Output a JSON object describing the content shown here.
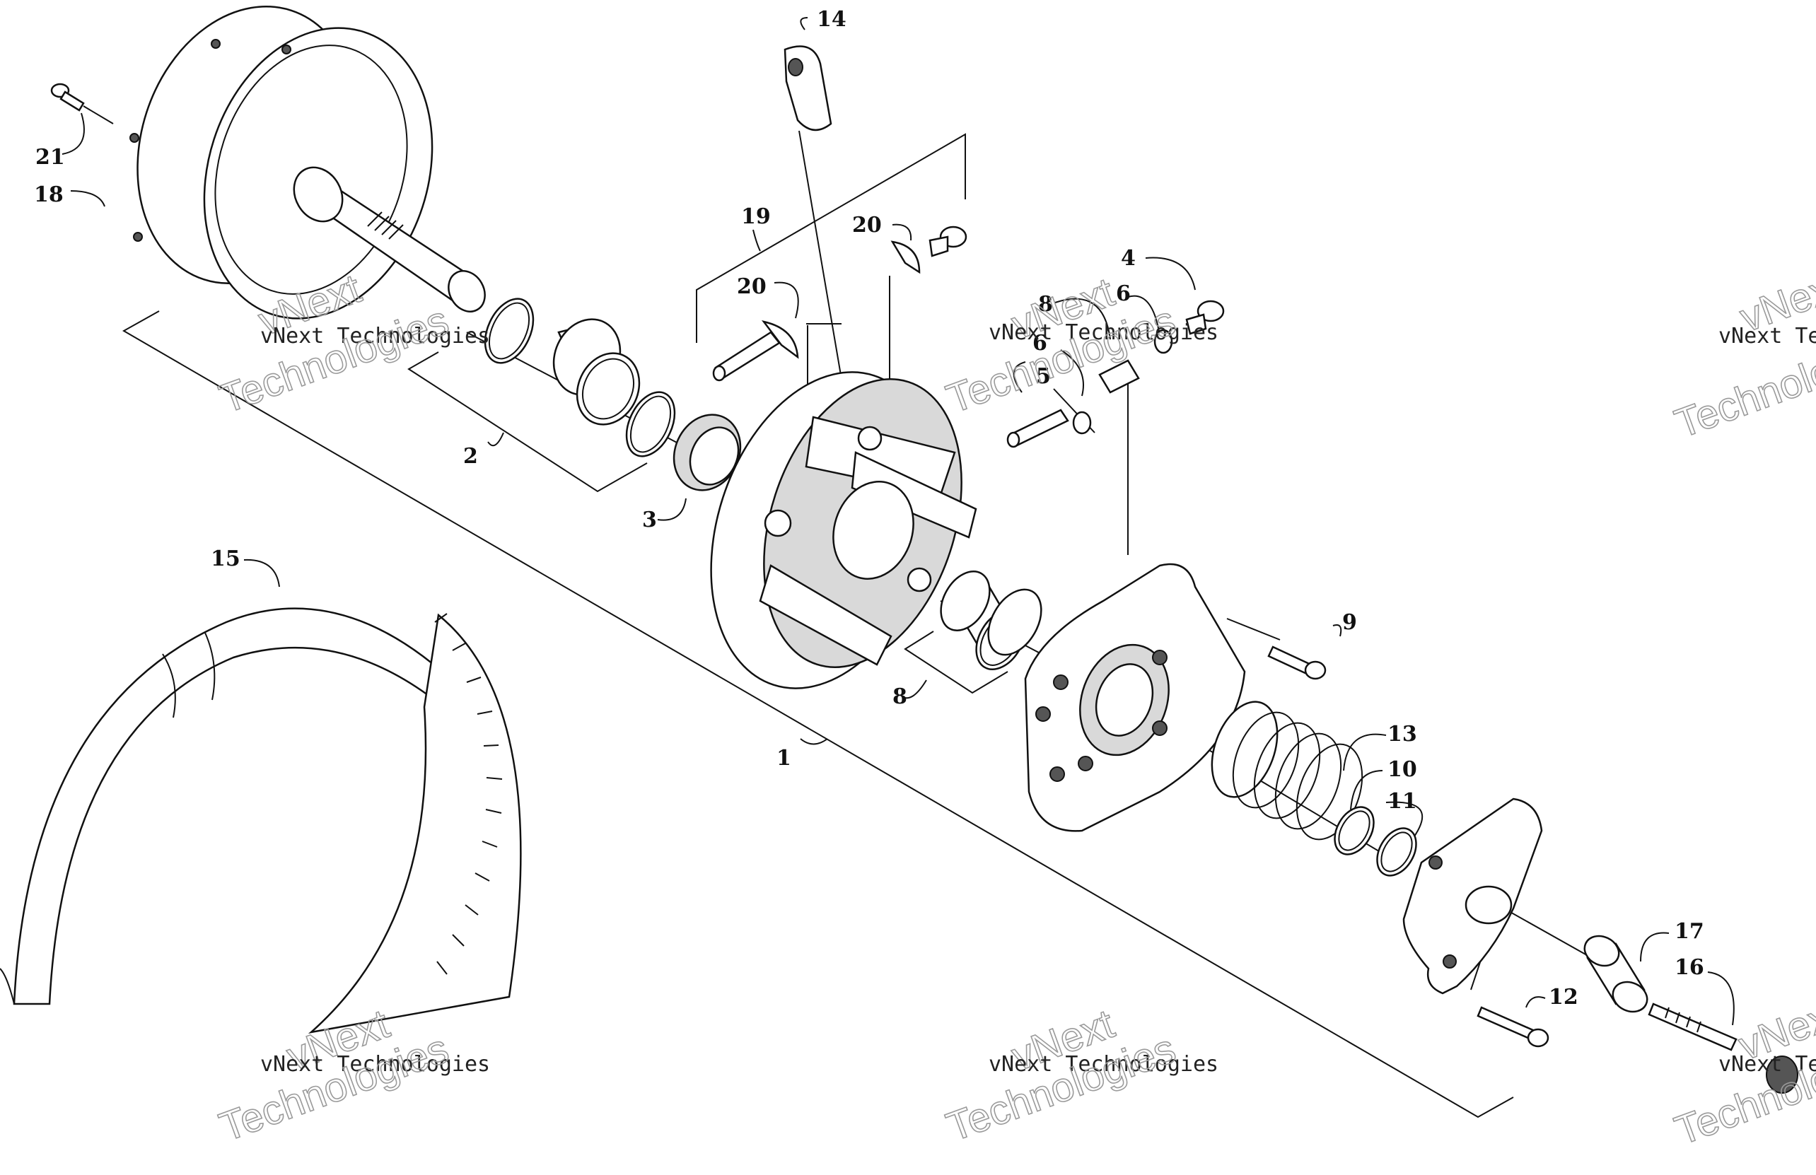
{
  "callouts": [
    {
      "n": "1"
    },
    {
      "n": "2"
    },
    {
      "n": "3"
    },
    {
      "n": "4"
    },
    {
      "n": "5"
    },
    {
      "n": "6"
    },
    {
      "n": "6"
    },
    {
      "n": "8"
    },
    {
      "n": "8"
    },
    {
      "n": "9"
    },
    {
      "n": "10"
    },
    {
      "n": "11"
    },
    {
      "n": "12"
    },
    {
      "n": "13"
    },
    {
      "n": "14"
    },
    {
      "n": "15"
    },
    {
      "n": "16"
    },
    {
      "n": "17"
    },
    {
      "n": "18"
    },
    {
      "n": "19"
    },
    {
      "n": "20"
    },
    {
      "n": "20"
    },
    {
      "n": "21"
    }
  ],
  "watermark": {
    "company": "vNext Technologies",
    "word_top": "vNext",
    "word_bottom": "Technologies"
  }
}
